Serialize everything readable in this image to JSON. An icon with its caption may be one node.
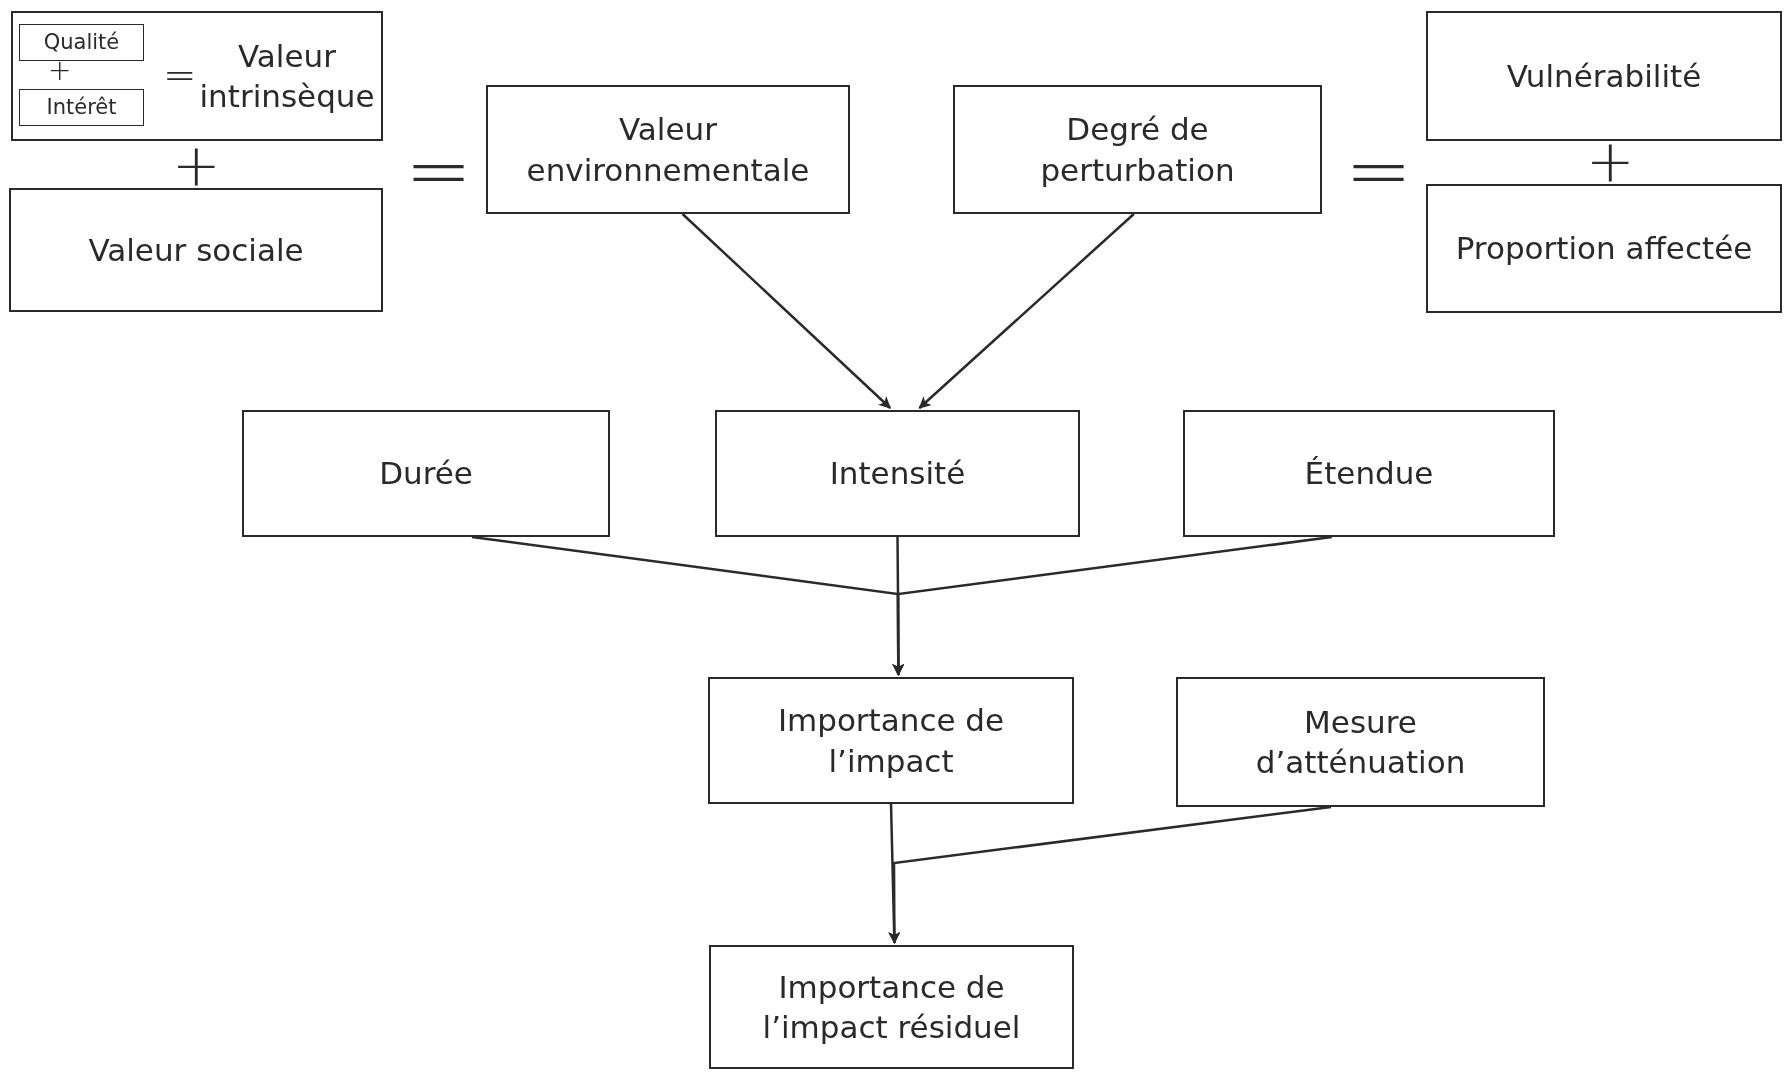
{
  "diagram": {
    "nodes": [
      {
        "text": [
          "Valeur intrinsèque"
        ]
      },
      {
        "text": [
          "Qualité"
        ],
        "in": 0
      },
      {
        "text": [
          "Intérêt"
        ],
        "in": 0
      },
      {
        "text": [
          "Valeur sociale"
        ]
      },
      {
        "text": [
          "Valeur environnementale"
        ]
      },
      {
        "text": [
          "Degré de perturbation"
        ]
      },
      {
        "text": [
          "Vulnérabilité"
        ]
      },
      {
        "text": [
          "Proportion affectée"
        ]
      },
      {
        "text": [
          "Durée"
        ]
      },
      {
        "text": [
          "Intensité"
        ]
      },
      {
        "text": [
          "Étendue"
        ]
      },
      {
        "text": [
          "Importance de l’impact"
        ]
      },
      {
        "text": [
          "Mesure d’atténuation"
        ]
      },
      {
        "text": [
          "Importance de l’impact résiduel"
        ]
      }
    ],
    "edges": [
      {
        "from": 4,
        "to": 9,
        "arrow": "to"
      },
      {
        "from": 5,
        "to": 9,
        "arrow": "to"
      },
      {
        "from": 8,
        "to": 11,
        "arrow": "to"
      },
      {
        "from": 9,
        "to": 11,
        "arrow": "to"
      },
      {
        "from": 10,
        "to": 11,
        "arrow": "to"
      },
      {
        "from": 11,
        "to": 13,
        "arrow": "to"
      },
      {
        "from": 12,
        "to": 13,
        "arrow": "to"
      }
    ],
    "labels": [
      "+",
      "=",
      "+",
      "=",
      "=",
      "+"
    ]
  }
}
